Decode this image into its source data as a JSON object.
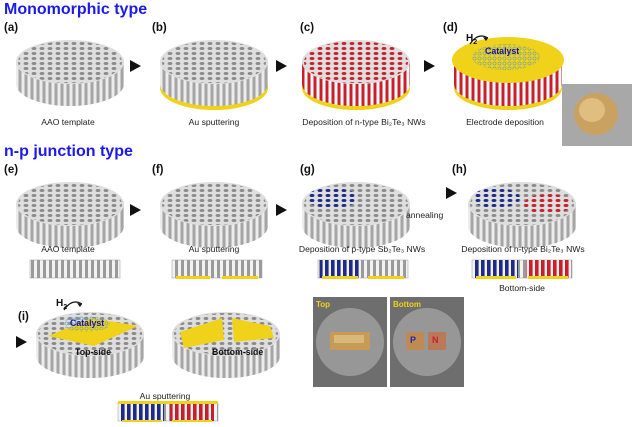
{
  "headings": {
    "monomorphic": "Monomorphic type",
    "np_junction": "n-p junction type"
  },
  "panels": {
    "a": {
      "label": "(a)",
      "caption": "AAO template"
    },
    "b": {
      "label": "(b)",
      "caption": "Au sputtering"
    },
    "c": {
      "label": "(c)",
      "caption": "Deposition of n-type Bi₂Te₃ NWs"
    },
    "d": {
      "label": "(d)",
      "caption": "Electrode deposition",
      "catalyst": "Catalyst",
      "gas": "H",
      "gas_sub": "2"
    },
    "e": {
      "label": "(e)",
      "caption": "AAO template"
    },
    "f": {
      "label": "(f)",
      "caption": "Au sputtering"
    },
    "g": {
      "label": "(g)",
      "caption": "Deposition of p-type Sb₂Te₃ NWs"
    },
    "h": {
      "label": "(h)",
      "caption": "Deposition of n-type Bi₂Te₃ NWs",
      "sublabel": "Bottom-side"
    },
    "i": {
      "label": "(i)",
      "catalyst": "Catalyst",
      "gas": "H",
      "gas_sub": "2",
      "top_side": "Top-side",
      "bottom_side": "Bottom-side",
      "caption": "Au sputtering"
    }
  },
  "annealing": "annealing",
  "photos": {
    "top": "Top",
    "bottom": "Bottom",
    "p": "P",
    "n": "N"
  },
  "colors": {
    "heading": "#1a1aee",
    "membrane_top": "#dedede",
    "membrane_side": "#9c9c9c",
    "pore": "#8a8a8a",
    "gold": "#f0d21a",
    "n_type_red": "#cc1d2a",
    "p_type_blue": "#1e2a8a",
    "catalyst_text": "#1414a8",
    "photo_bg": "#6e6e6e"
  }
}
